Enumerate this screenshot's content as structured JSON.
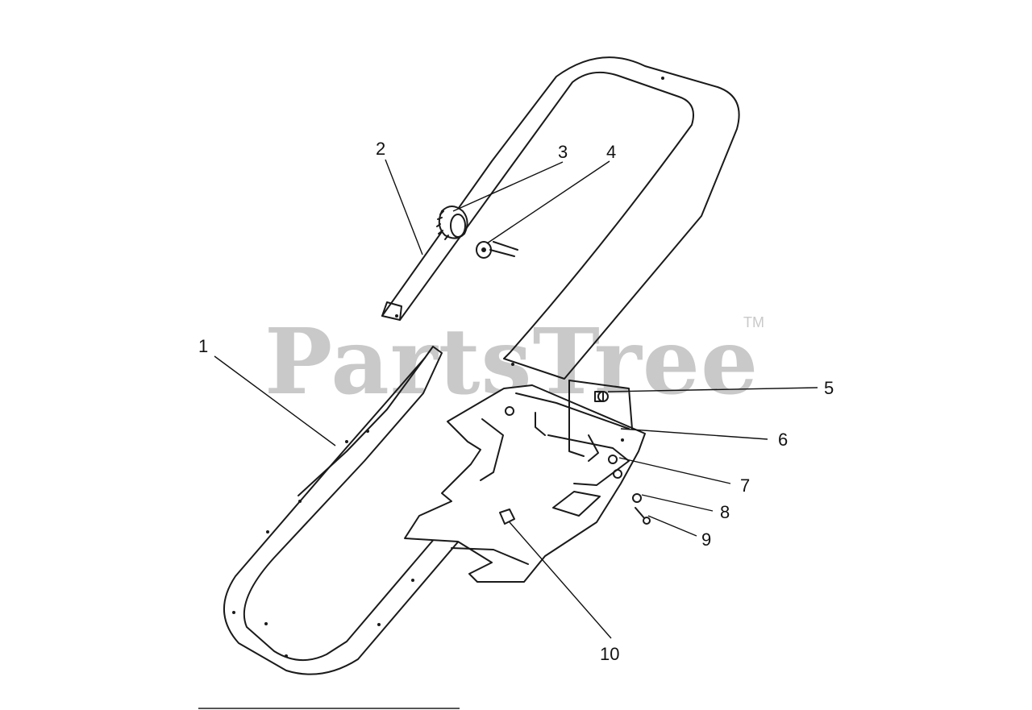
{
  "watermark": {
    "brand": "PartsTree",
    "trademark": "TM"
  },
  "callouts": [
    {
      "id": "1",
      "label": "1"
    },
    {
      "id": "2",
      "label": "2"
    },
    {
      "id": "3",
      "label": "3"
    },
    {
      "id": "4",
      "label": "4"
    },
    {
      "id": "5",
      "label": "5"
    },
    {
      "id": "6",
      "label": "6"
    },
    {
      "id": "7",
      "label": "7"
    },
    {
      "id": "8",
      "label": "8"
    },
    {
      "id": "9",
      "label": "9"
    },
    {
      "id": "10",
      "label": "10"
    }
  ]
}
